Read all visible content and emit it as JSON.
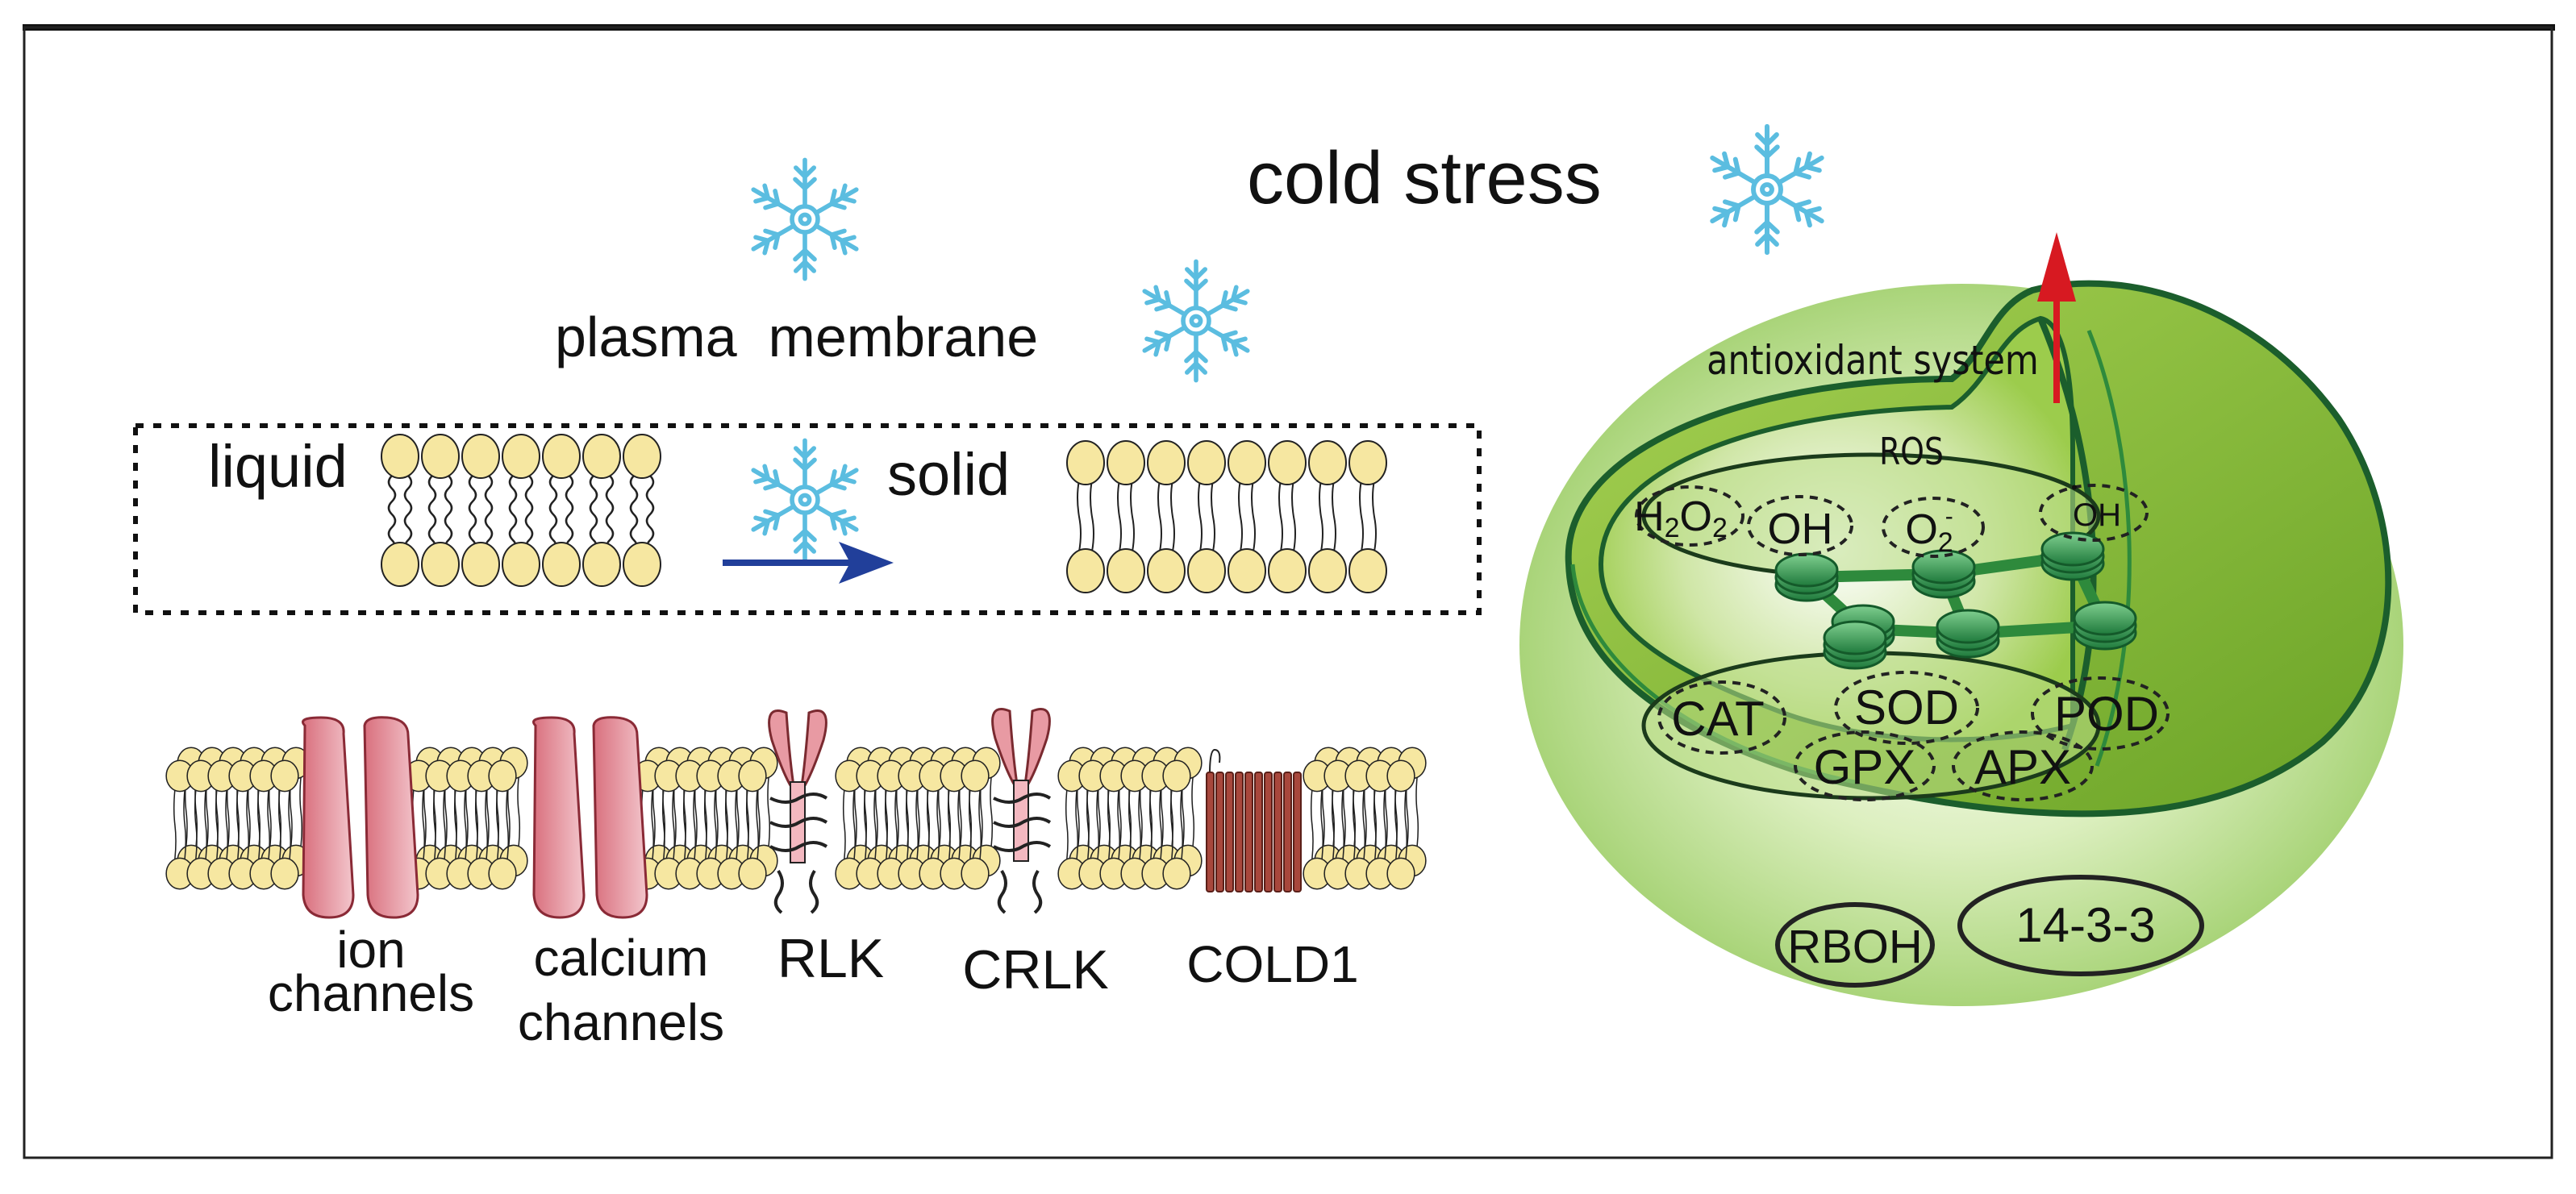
{
  "title": "cold stress",
  "membrane_panel": {
    "heading": "plasma  membrane",
    "state_before": "liquid",
    "state_after": "solid"
  },
  "proteins": {
    "ion_channels_line1": "ion",
    "ion_channels_line2": "channels",
    "calcium_channels_line1": "calcium",
    "calcium_channels_line2": "channels",
    "rlk": "RLK",
    "crlk": "CRLK",
    "cold1": "COLD1"
  },
  "chloroplast": {
    "system_label": "antioxidant system",
    "ros_label": "ROS",
    "ros_species": {
      "h2o2_main": "H",
      "h2o2_sub1": "2",
      "h2o2_mid": "O",
      "h2o2_sub2": "2",
      "oh": "OH",
      "o2_main": "O",
      "o2_sub": "2",
      "o2_sup": "-",
      "oh_radical": "OH",
      "oh_radical_dot": "•"
    },
    "enzymes": [
      "CAT",
      "SOD",
      "POD",
      "GPX",
      "APX"
    ],
    "outside_labels": [
      "RBOH",
      "14-3-3"
    ]
  },
  "colors": {
    "snowflake": "#5bbde0",
    "lipid_head": "#f6e7a1",
    "channel": "#d9707e",
    "cold1": "#a8473c",
    "chloroplast_dark": "#5f9b1d",
    "chloroplast_light": "#9ccc4c",
    "thylakoid": "#2e8a3c",
    "arrow_red": "#d71921",
    "arrow_blue": "#213f9a"
  }
}
